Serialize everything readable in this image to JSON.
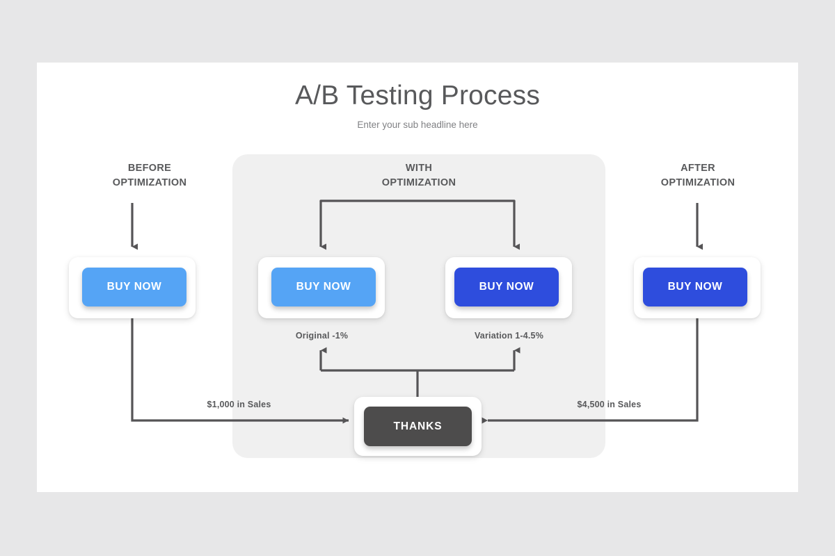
{
  "page": {
    "background_color": "#e7e7e8",
    "slide_background": "#ffffff"
  },
  "header": {
    "title": "A/B Testing Process",
    "subtitle": "Enter your sub headline here"
  },
  "colors": {
    "original_button": "#55a4f5",
    "variation_button": "#2e4ddd",
    "after_button": "#2e4ddd",
    "thanks_button": "#4d4c4c",
    "panel_background": "#f0f0f0",
    "arrow": "#555456",
    "text": "#58595b"
  },
  "columns": {
    "before": {
      "heading_line1": "BEFORE",
      "heading_line2": "OPTIMIZATION",
      "button_label": "BUY NOW",
      "sales_label": "$1,000 in Sales"
    },
    "with": {
      "heading_line1": "WITH",
      "heading_line2": "OPTIMIZATION",
      "variants": [
        {
          "button_label": "BUY NOW",
          "caption": "Original -1%"
        },
        {
          "button_label": "BUY NOW",
          "caption": "Variation 1-4.5%"
        }
      ]
    },
    "after": {
      "heading_line1": "AFTER",
      "heading_line2": "OPTIMIZATION",
      "button_label": "BUY NOW",
      "sales_label": "$4,500 in Sales"
    }
  },
  "outcome": {
    "label": "THANKS"
  }
}
